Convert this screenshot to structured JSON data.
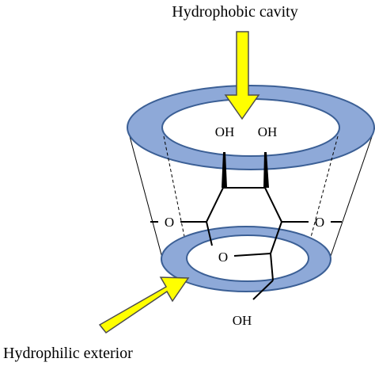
{
  "labels": {
    "cavity": "Hydrophobic cavity",
    "exterior": "Hydrophilic exterior"
  },
  "atoms": {
    "oh_left": "OH",
    "oh_right": "OH",
    "o_left": "O",
    "o_right": "O",
    "o_ring": "O",
    "oh_bottom": "OH"
  },
  "colors": {
    "ring_fill": "#8ea9d8",
    "ring_stroke": "#3b5f95",
    "arrow_fill": "#ffff00",
    "arrow_stroke": "#4d4d4d",
    "line": "#000000"
  }
}
